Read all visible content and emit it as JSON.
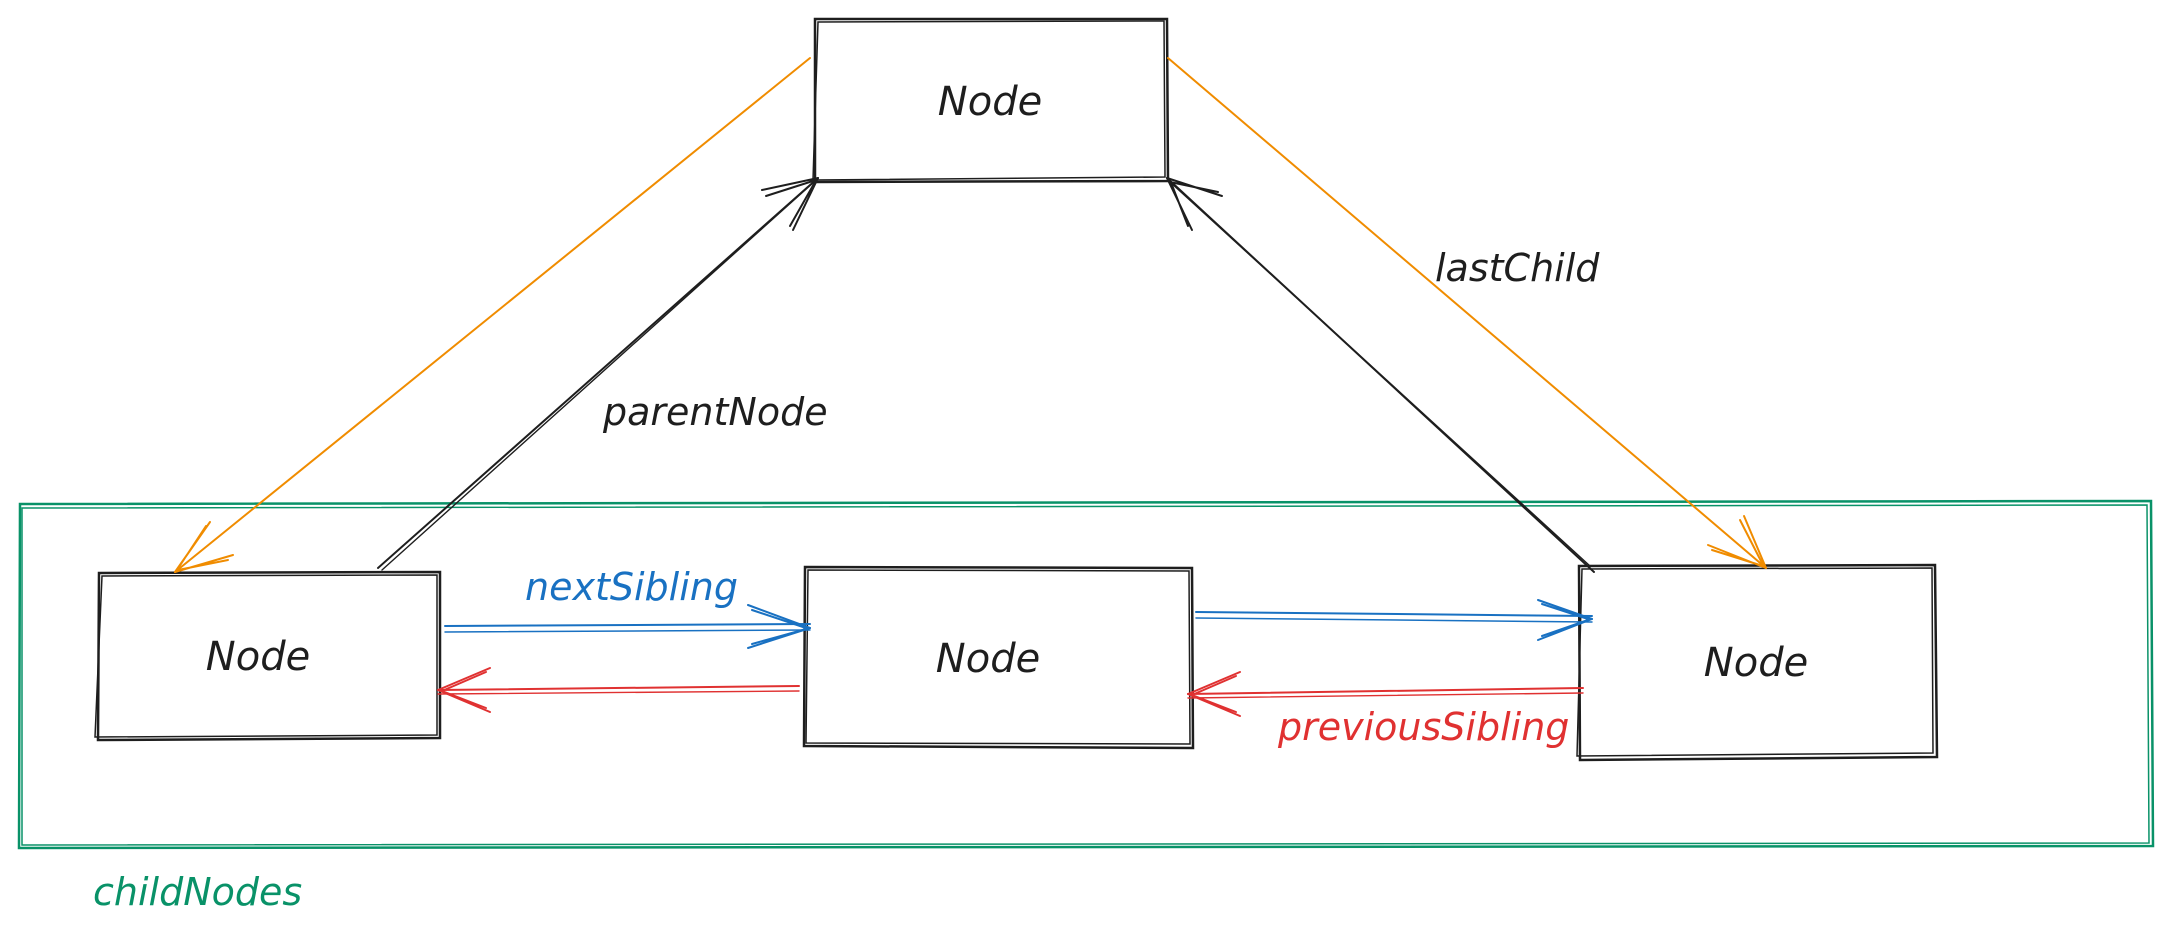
{
  "nodes": {
    "parent": {
      "label": "Node"
    },
    "first": {
      "label": "Node"
    },
    "middle": {
      "label": "Node"
    },
    "last": {
      "label": "Node"
    }
  },
  "edges": {
    "parent_node": {
      "label": "parentNode",
      "color": "#1e1e1e"
    },
    "last_child": {
      "label": "lastChild",
      "color": "#1e1e1e"
    },
    "first_child_arrow": {
      "color": "#f08c00"
    },
    "last_child_arrow": {
      "color": "#f08c00"
    },
    "next_sibling": {
      "label": "nextSibling",
      "color": "#1971c2"
    },
    "previous_sibling": {
      "label": "previousSibling",
      "color": "#e03131"
    }
  },
  "group": {
    "label": "childNodes",
    "color": "#099268"
  }
}
